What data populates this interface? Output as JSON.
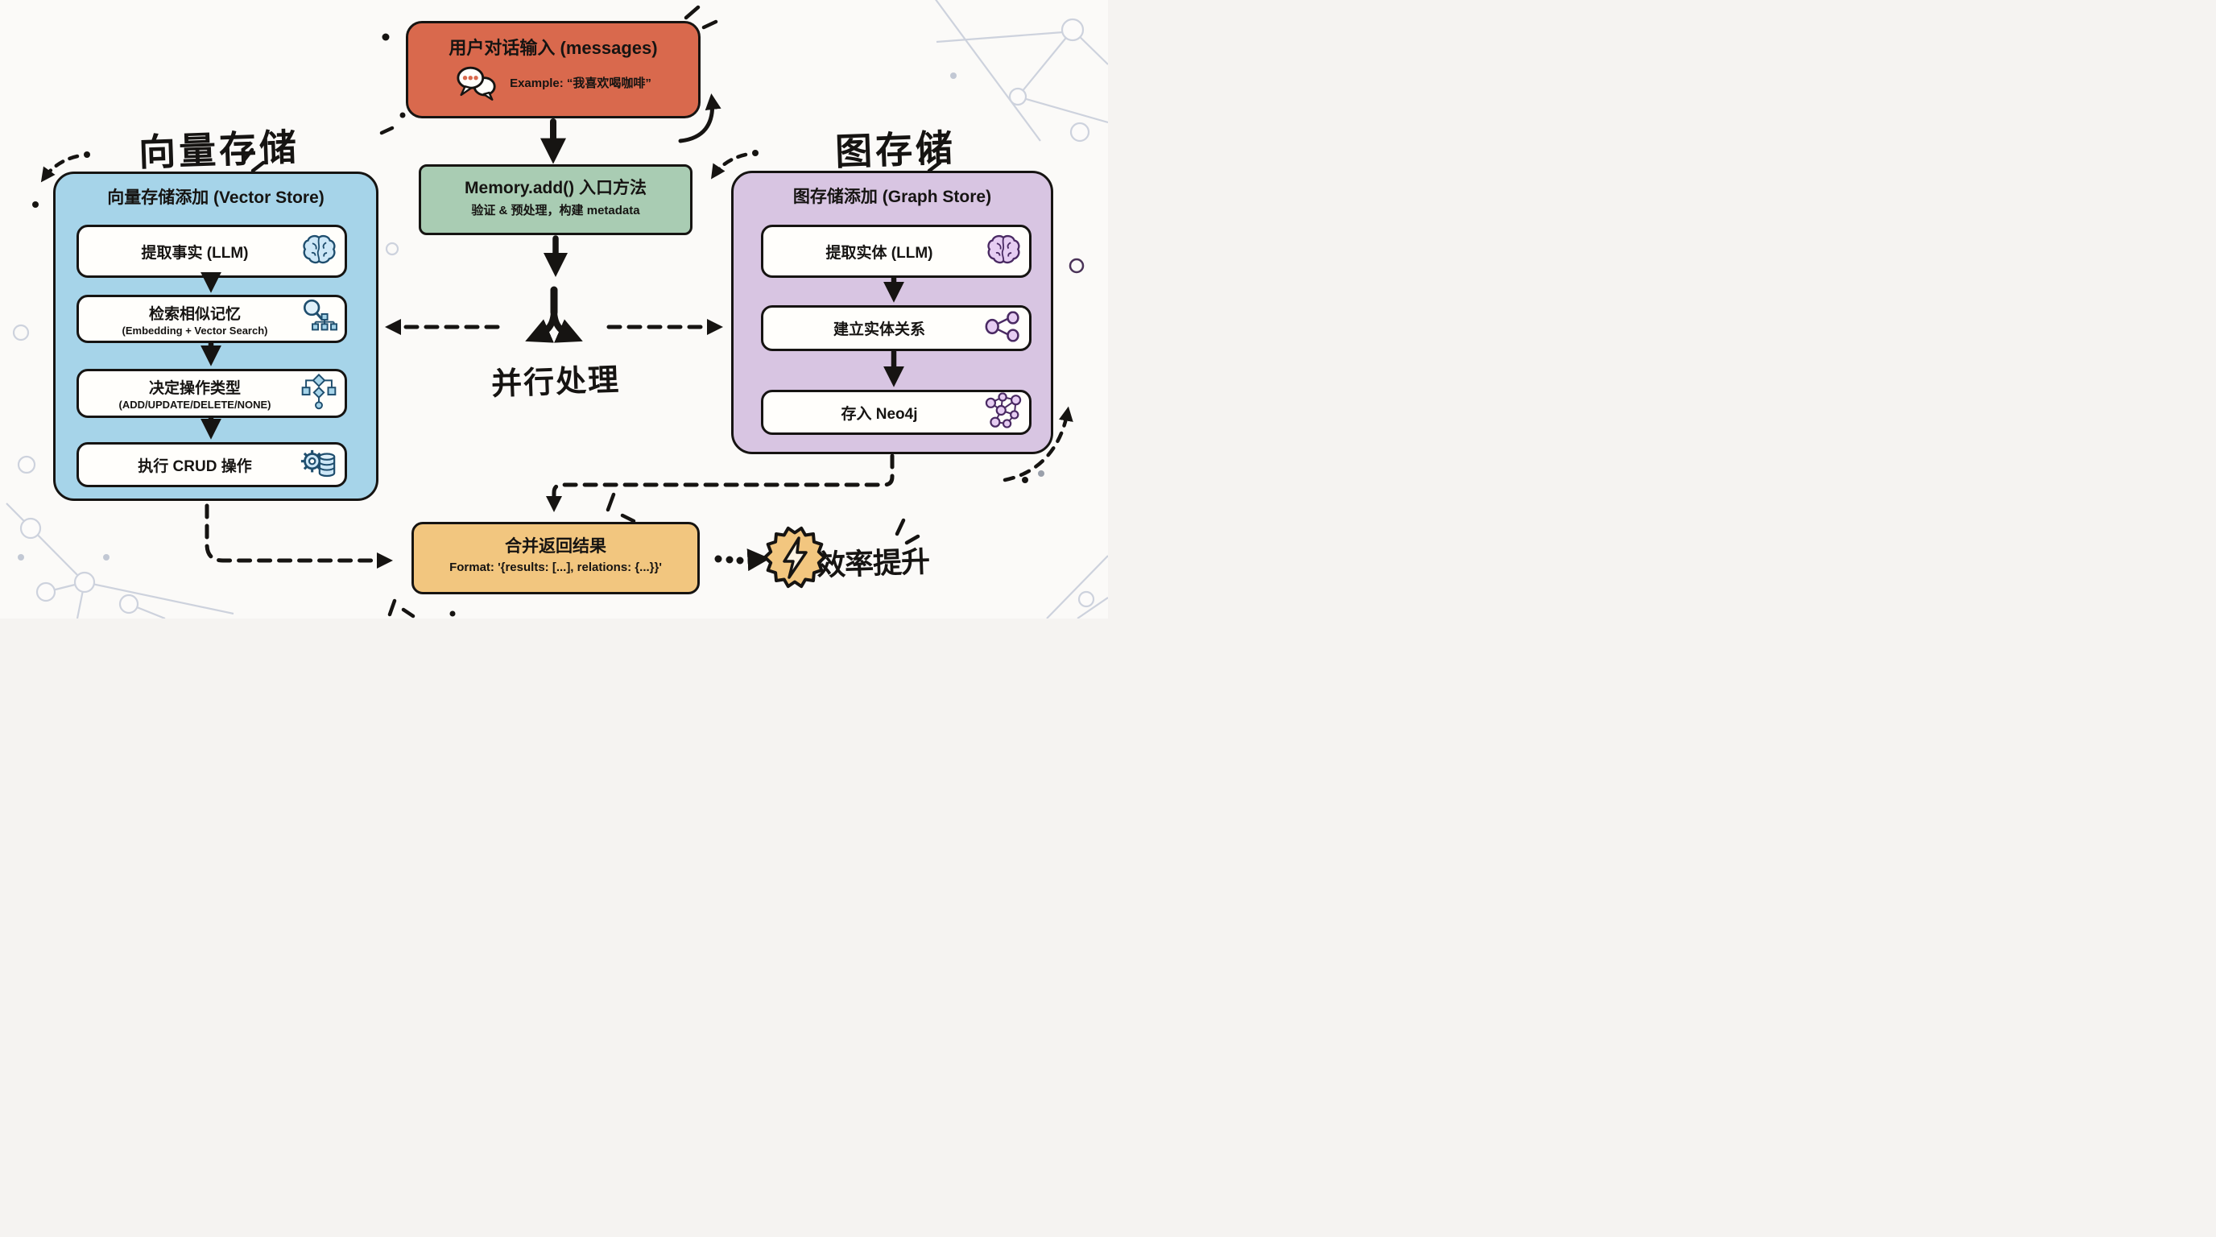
{
  "colors": {
    "input_red": "#d9694d",
    "entry_green": "#a9ccb3",
    "vector_blue": "#a6d4e9",
    "graph_purple": "#d8c5e2",
    "merge_yellow": "#f2c67f",
    "ink": "#161412",
    "network_gray": "#cdd2dd",
    "icon_blue_fill": "#cde7f7",
    "icon_purple_fill": "#e6cdf2"
  },
  "input_box": {
    "title": "用户对话输入 (messages)",
    "example": "Example: “我喜欢喝咖啡”",
    "icon": "chat-bubbles-icon"
  },
  "entry_box": {
    "title": "Memory.add() 入口方法",
    "subtitle": "验证 & 预处理，构建 metadata"
  },
  "parallel_label": "并行处理",
  "vector_store": {
    "handwritten_title": "向量存储",
    "header": "向量存储添加 (Vector Store)",
    "steps": [
      {
        "title": "提取事实 (LLM)",
        "icon": "brain-icon"
      },
      {
        "title": "检索相似记忆",
        "subtitle": "(Embedding + Vector Search)",
        "icon": "search-hierarchy-icon"
      },
      {
        "title": "决定操作类型",
        "subtitle": "(ADD/UPDATE/DELETE/NONE)",
        "icon": "decision-flowchart-icon"
      },
      {
        "title": "执行 CRUD 操作",
        "icon": "gear-database-icon"
      }
    ]
  },
  "graph_store": {
    "handwritten_title": "图存储",
    "header": "图存储添加 (Graph Store)",
    "steps": [
      {
        "title": "提取实体 (LLM)",
        "icon": "brain-icon"
      },
      {
        "title": "建立实体关系",
        "icon": "share-nodes-icon"
      },
      {
        "title": "存入 Neo4j",
        "icon": "graph-network-icon"
      }
    ]
  },
  "merge_box": {
    "title": "合并返回结果",
    "subtitle": "Format: '{results: [...], relations: {...}}'"
  },
  "efficiency": {
    "label": "效率提升",
    "icon": "lightning-badge-icon"
  }
}
